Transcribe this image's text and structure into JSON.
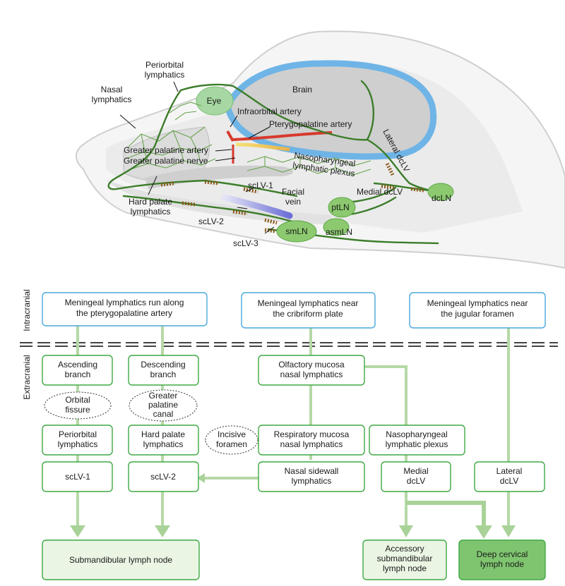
{
  "anatomy": {
    "brain": "Brain",
    "eye": "Eye",
    "nasal_lymphatics": "Nasal\nlymphatics",
    "periorbital_lymphatics": "Periorbital\nlymphatics",
    "infraorbital_artery": "Infraorbital artery",
    "pterygopalatine_artery": "Pterygopalatine artery",
    "greater_palatine_artery": "Greater palatine artery",
    "greater_palatine_nerve": "Greater palatine nerve",
    "nasopharyngeal_plexus": "Nasopharyngeal\nlymphatic plexus",
    "hard_palate_lymphatics": "Hard palate\nlymphatics",
    "lateral_dclv": "Lateral dcLV",
    "medial_dclv": "Medial dcLV",
    "dcln": "dcLN",
    "sclv1": "scLV-1",
    "sclv2": "scLV-2",
    "sclv3": "scLV-3",
    "facial_vein": "Facial\nvein",
    "ptln": "ptLN",
    "smln": "smLN",
    "asmln": "asmLN"
  },
  "flowchart": {
    "region_intracranial": "Intracranial",
    "region_extracranial": "Extracranial",
    "intracranial": [
      "Meningeal lymphatics run along\nthe pterygopalatine artery",
      "Meningeal lymphatics near\nthe cribriform plate",
      "Meningeal lymphatics near\nthe jugular foramen"
    ],
    "ascending_branch": "Ascending\nbranch",
    "descending_branch": "Descending\nbranch",
    "olfactory": "Olfactory mucosa\nnasal lymphatics",
    "orbital_fissure": "Orbital\nfissure",
    "greater_palatine_canal": "Greater\npalatine\ncanal",
    "periorbital": "Periorbital\nlymphatics",
    "hard_palate": "Hard palate\nlymphatics",
    "incisive_foramen": "Incisive\nforamen",
    "respiratory": "Respiratory mucosa\nnasal lymphatics",
    "nasopharyngeal": "Nasopharyngeal\nlymphatic plexus",
    "sclv1": "scLV-1",
    "sclv2": "scLV-2",
    "nasal_sidewall": "Nasal sidewall\nlymphatics",
    "medial_dclv": "Medial\ndcLV",
    "lateral_dclv": "Lateral\ndcLV",
    "submandibular": "Submandibular lymph node",
    "accessory": "Accessory\nsubmandibular\nlymph node",
    "deep_cervical": "Deep cervical\nlymph node"
  }
}
